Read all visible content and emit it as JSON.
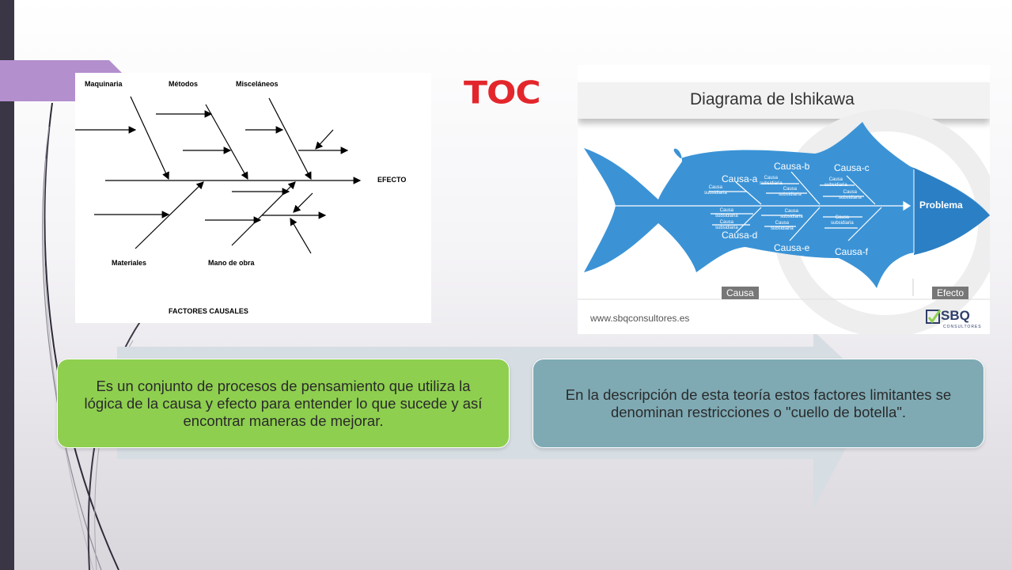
{
  "fishbone": {
    "labels": {
      "maquinaria": "Maquinaria",
      "metodos": "Métodos",
      "miscelaneos": "Misceláneos",
      "efecto": "EFECTO",
      "materiales": "Materiales",
      "mano_de_obra": "Mano de obra",
      "factores_causales": "FACTORES CAUSALES"
    }
  },
  "toc_logo": "TOC",
  "ishikawa": {
    "title": "Diagrama de Ishikawa",
    "causes": [
      "Causa-a",
      "Causa-b",
      "Causa-c",
      "Causa-d",
      "Causa-e",
      "Causa-f"
    ],
    "sub_line1": "Causa",
    "sub_line2": "subsidiaria",
    "problem": "Problema",
    "cause_tag": "Causa",
    "effect_tag": "Efecto",
    "url": "www.sbqconsultores.es",
    "brand": "SBQ",
    "brand_sub": "CONSULTORES",
    "colors": {
      "fish": "#3b93d6",
      "head": "#2b7fc4"
    }
  },
  "boxes": {
    "left_text": "Es un conjunto de procesos de pensamiento que utiliza la lógica de la causa y efecto para entender lo que sucede y así encontrar maneras de mejorar.",
    "right_text": "En la descripción de esta teoría estos factores limitantes se denominan restricciones o \"cuello de botella\".",
    "colors": {
      "left": "#8ecf4f",
      "right": "#7faab4"
    }
  }
}
